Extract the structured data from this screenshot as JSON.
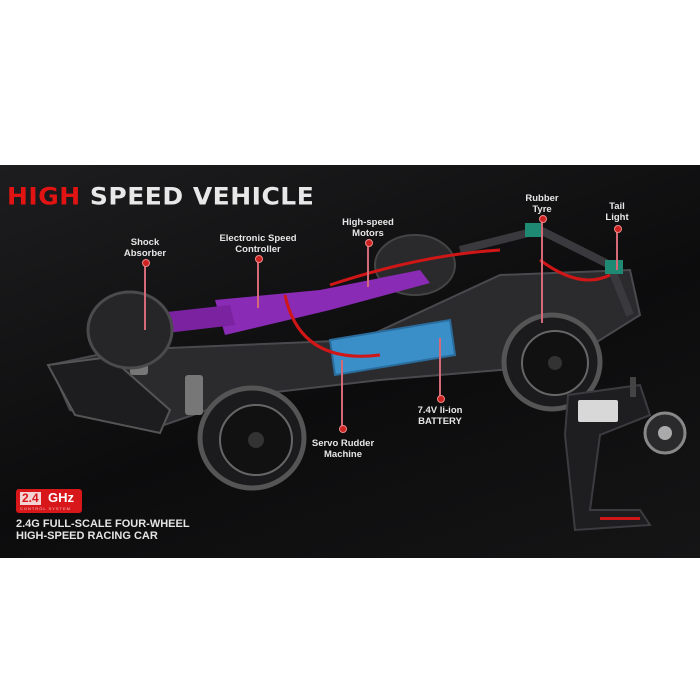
{
  "title": {
    "highlight": "HIGH",
    "rest": " SPEED VEHICLE"
  },
  "labels": {
    "shock": "Shock\nAbsorber",
    "esc": "Electronic Speed\nController",
    "motors": "High-speed\nMotors",
    "tyre": "Rubber\nTyre",
    "tail": "Tail\nLight",
    "servo": "Servo Rudder\nMachine",
    "battery": "7.4V li-ion\nBATTERY"
  },
  "badge": {
    "freq_num": "2.4",
    "freq_unit": "GHz",
    "caption": "CONTROL SYSTEM"
  },
  "subtitle": {
    "line1": "2.4G FULL-SCALE FOUR-WHEEL",
    "line2": "HIGH-SPEED RACING CAR"
  },
  "colors": {
    "accent_red": "#e11313",
    "chassis_purple": "#8a2bb5",
    "battery_blue": "#3b8fc9",
    "panel": "#111112"
  }
}
